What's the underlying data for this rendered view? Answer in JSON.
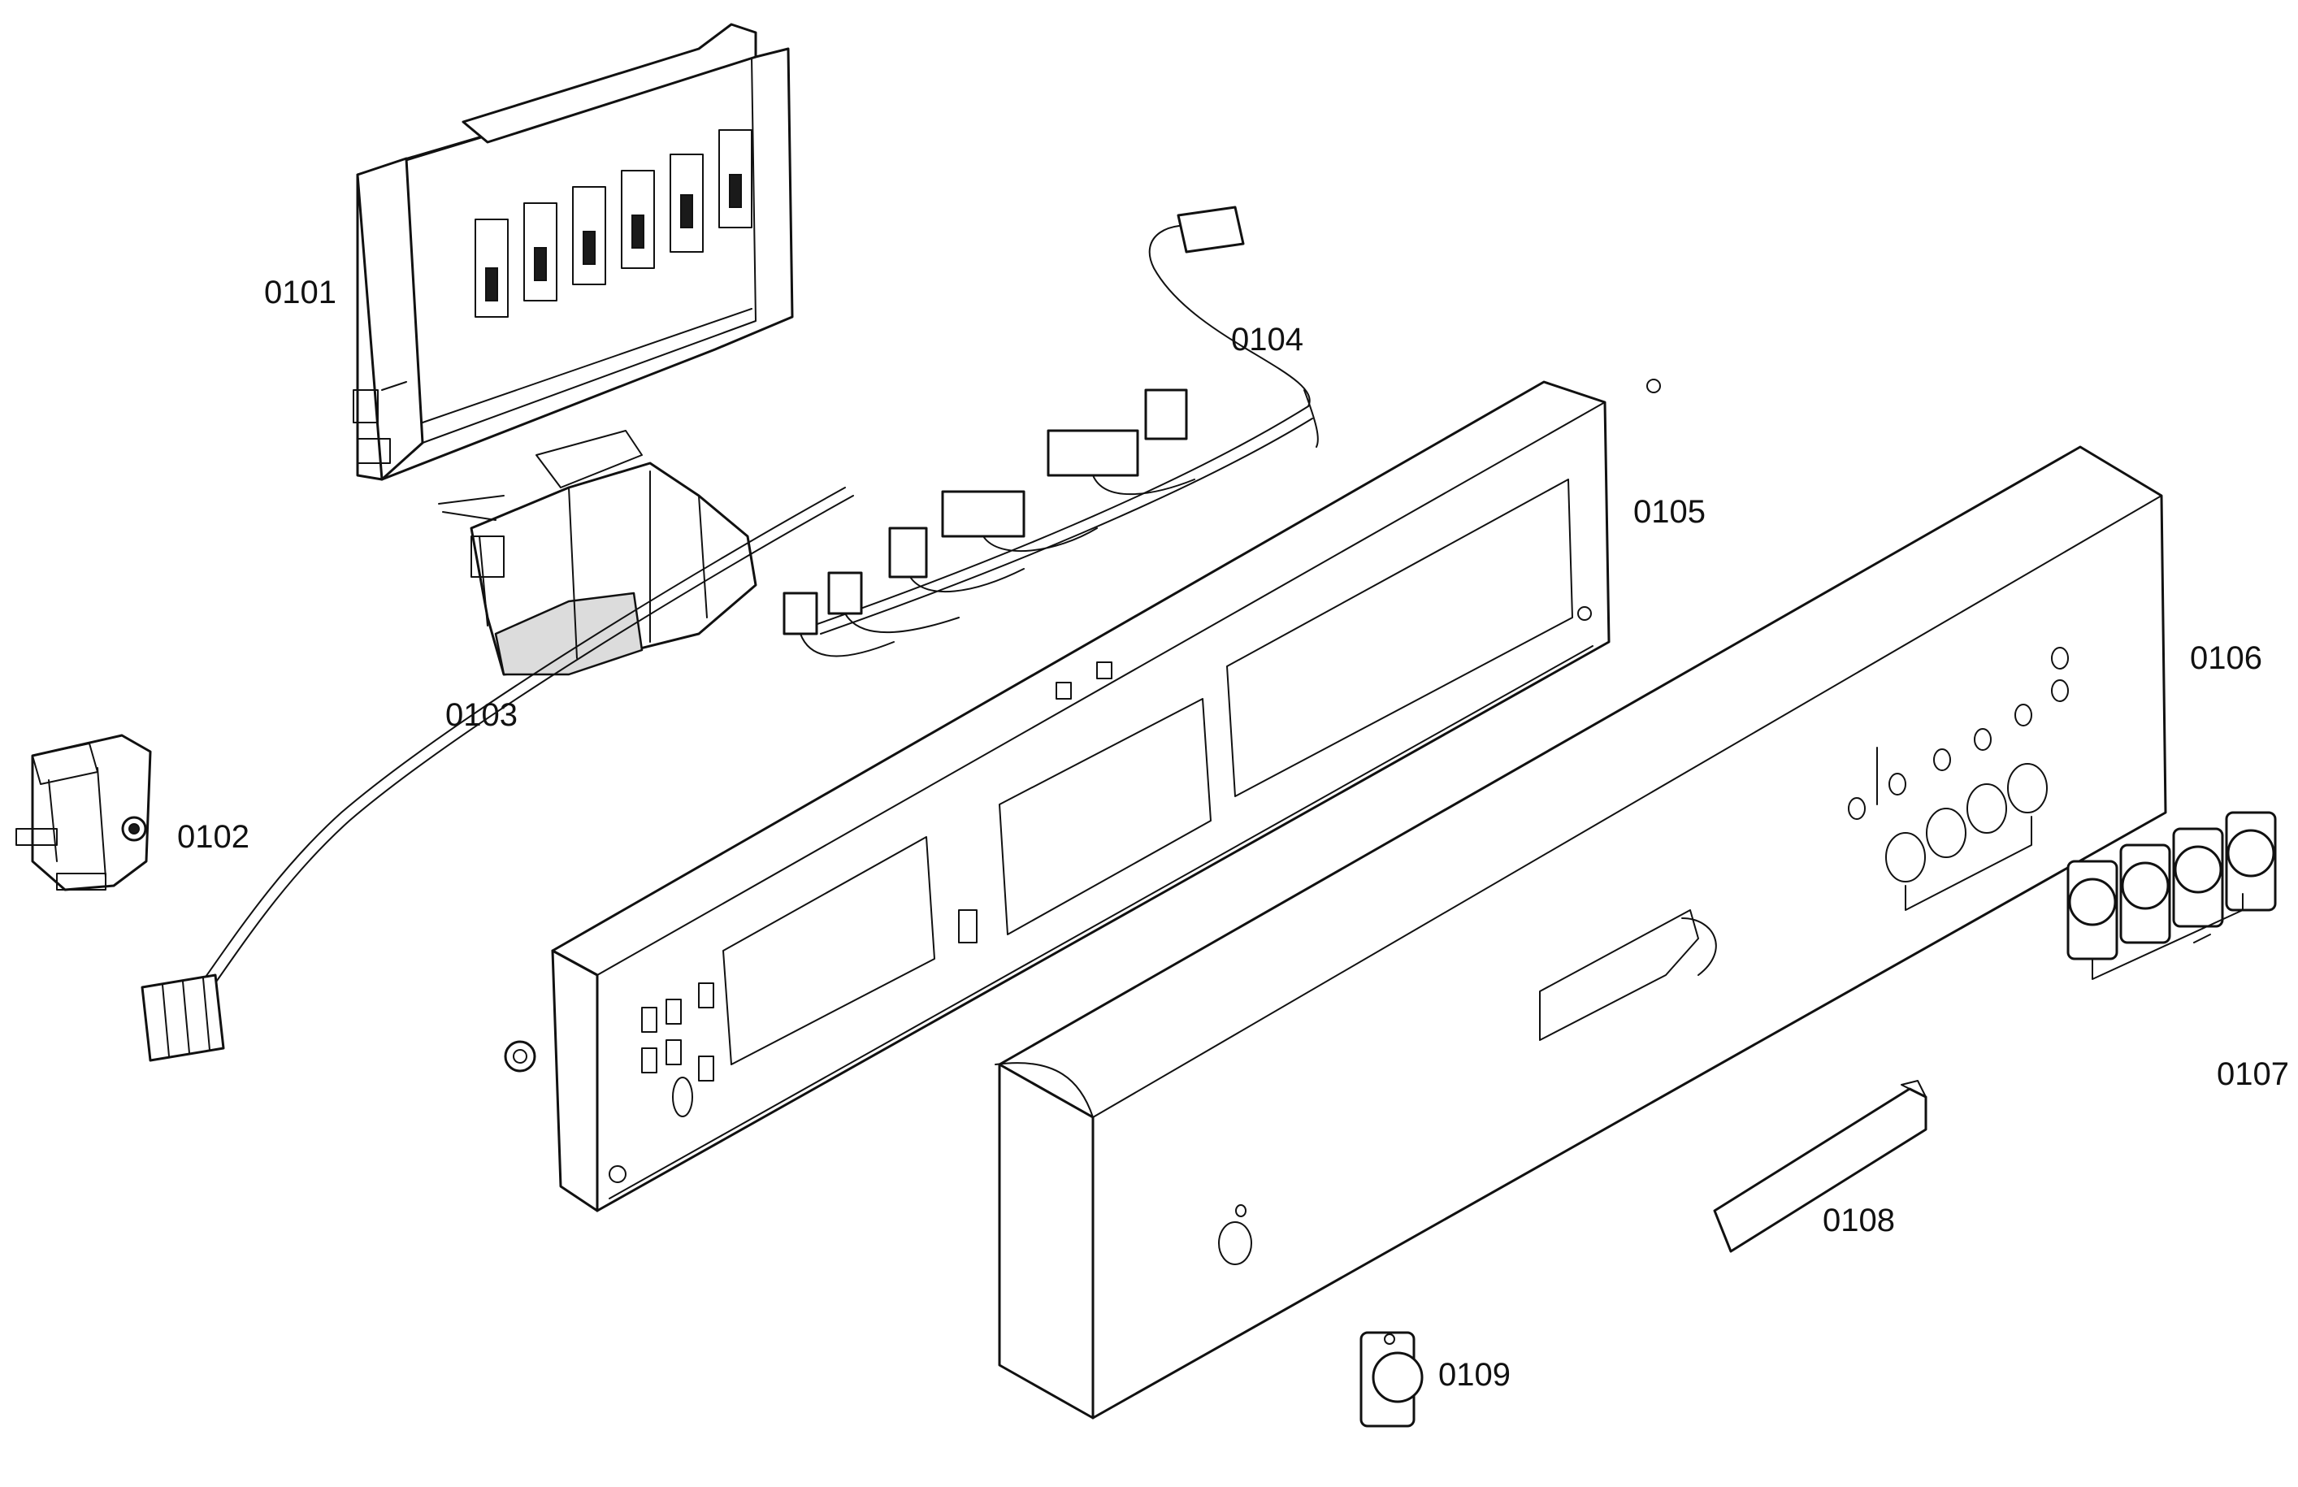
{
  "parts": [
    {
      "id": "p0101",
      "label": "0101"
    },
    {
      "id": "p0102",
      "label": "0102"
    },
    {
      "id": "p0103",
      "label": "0103"
    },
    {
      "id": "p0104",
      "label": "0104"
    },
    {
      "id": "p0105",
      "label": "0105"
    },
    {
      "id": "p0106",
      "label": "0106"
    },
    {
      "id": "p0107",
      "label": "0107"
    },
    {
      "id": "p0108",
      "label": "0108"
    },
    {
      "id": "p0109",
      "label": "0109"
    }
  ]
}
